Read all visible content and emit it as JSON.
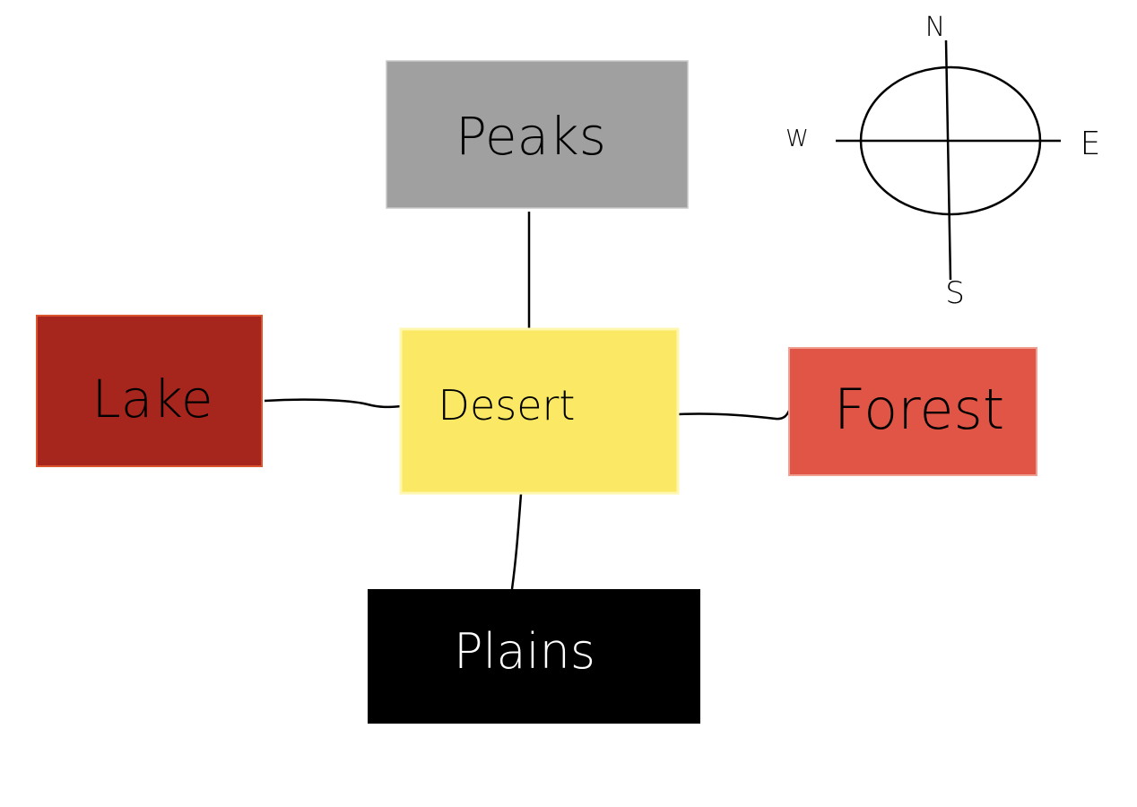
{
  "regions": {
    "peaks": {
      "label": "Peaks",
      "color": "#a0a0a0",
      "text_color": "#000000"
    },
    "lake": {
      "label": "Lake",
      "color": "#a6251d",
      "text_color": "#000000"
    },
    "desert": {
      "label": "Desert",
      "color": "#fbe865",
      "text_color": "#000000"
    },
    "forest": {
      "label": "Forest",
      "color": "#e15546",
      "text_color": "#000000"
    },
    "plains": {
      "label": "Plains",
      "color": "#000000",
      "text_color": "#ffffff"
    }
  },
  "compass": {
    "north": "N",
    "south": "S",
    "east": "E",
    "west": "W"
  }
}
